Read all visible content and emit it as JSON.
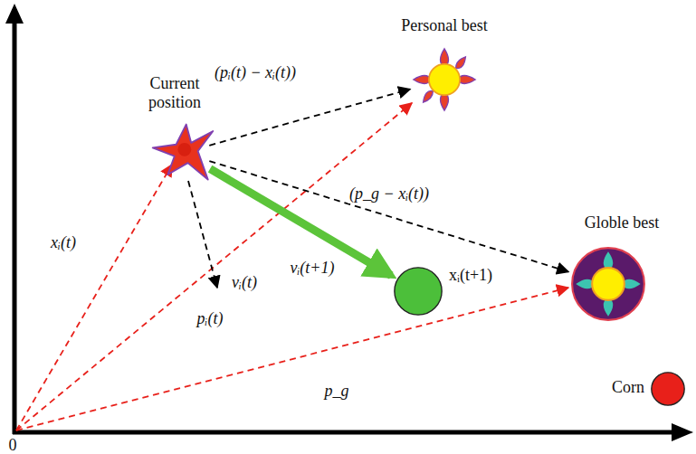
{
  "diagram": {
    "nodes": [
      {
        "text": [
          "Current position"
        ]
      },
      {
        "text": [
          "Personal best"
        ]
      },
      {
        "text": [
          "Globle best"
        ]
      },
      {
        "text": [
          "xᵢ(t+1)"
        ]
      },
      {
        "text": [
          "Corn"
        ]
      }
    ],
    "edges": [
      {
        "from": 0,
        "to": 1,
        "arrow": "to",
        "label": "(pᵢ(t) − xᵢ(t))"
      },
      {
        "from": 0,
        "to": 2,
        "arrow": "to",
        "label": "(p_g − xᵢ(t))"
      },
      {
        "from": 0,
        "to": 3,
        "arrow": "to",
        "label": "vᵢ(t+1)"
      }
    ],
    "labels": [
      "xᵢ(t)",
      "pᵢ(t)",
      "vᵢ(t)",
      "p_g",
      "0"
    ]
  }
}
